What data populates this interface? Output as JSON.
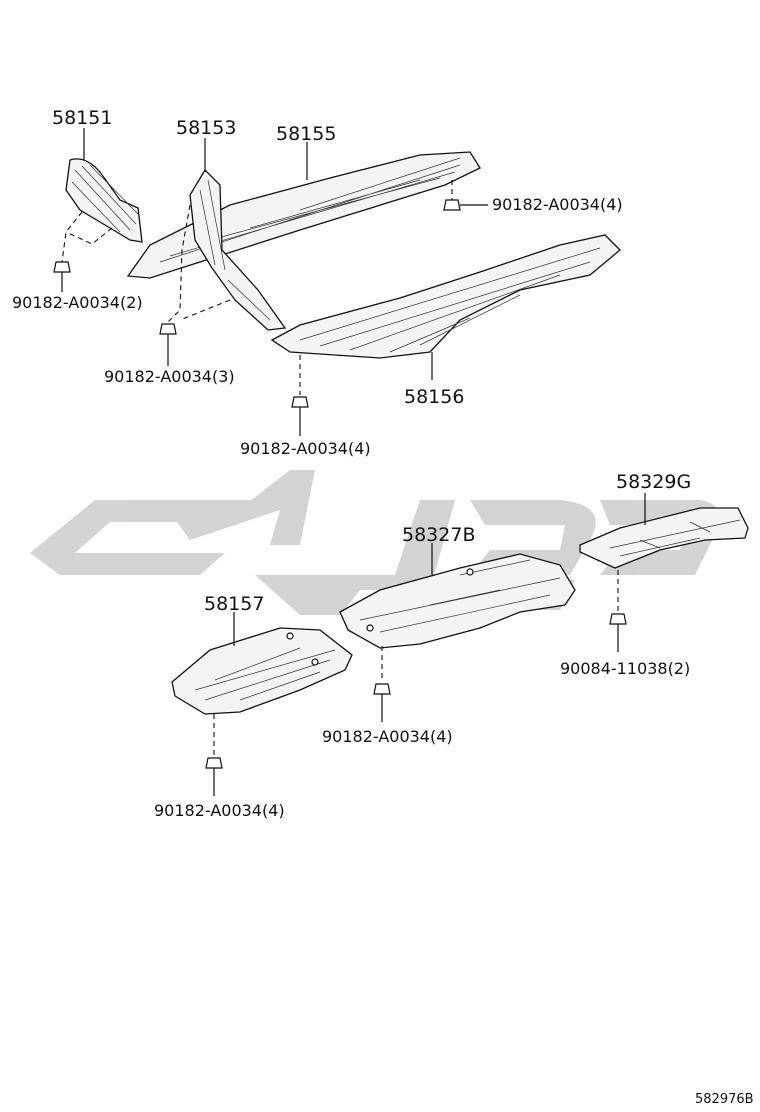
{
  "labels": {
    "p58151": "58151",
    "p58153": "58153",
    "p58155": "58155",
    "p58156": "58156",
    "p58157": "58157",
    "p58327B": "58327B",
    "p58329G": "58329G",
    "f_58155": "90182-A0034(4)",
    "f_58151": "90182-A0034(2)",
    "f_58153": "90182-A0034(3)",
    "f_58156": "90182-A0034(4)",
    "f_58327B": "90182-A0034(4)",
    "f_58157": "90182-A0034(4)",
    "f_58329G": "90084-11038(2)",
    "ref": "582976B"
  },
  "colors": {
    "line": "#111111",
    "part_fill": "#f4f4f4",
    "watermark": "#cfcfcf"
  }
}
